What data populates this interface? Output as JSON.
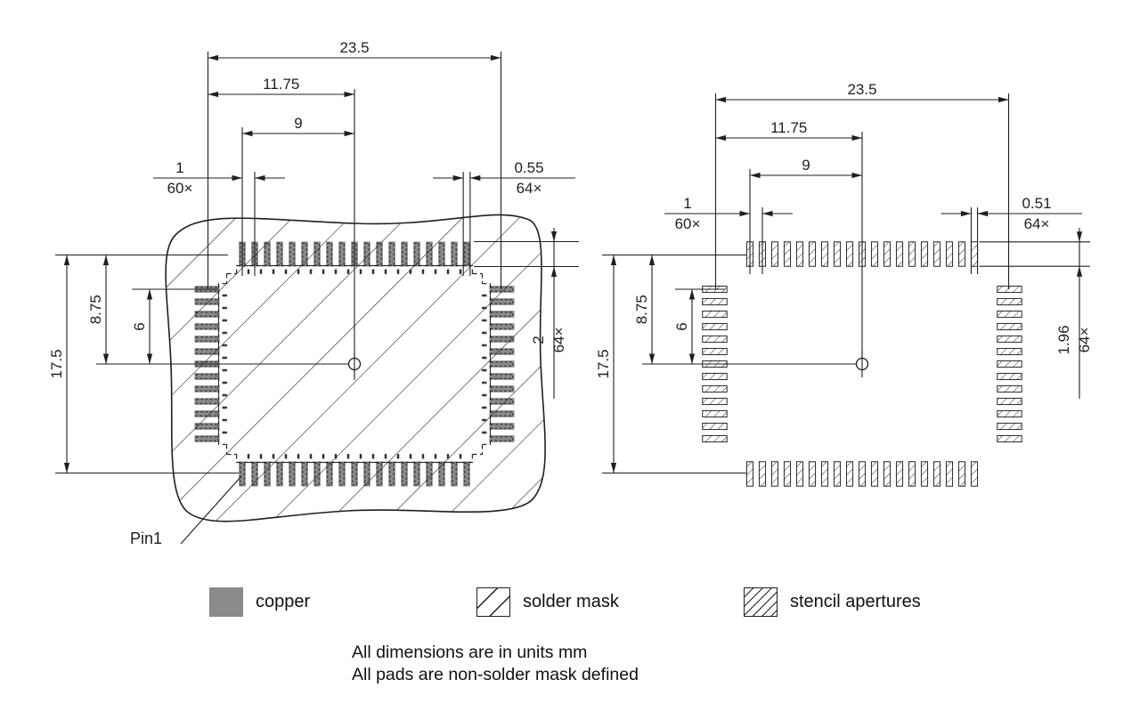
{
  "diagram_kind": "pcb-land-pattern-drawing",
  "colors": {
    "line": "#1f1f1f",
    "copper": "#8a8a8a",
    "aperture_dash": "#3a3a3a",
    "background": "#ffffff"
  },
  "package": {
    "total_pads": 64,
    "pads_top_row": 19,
    "pads_bottom_row": 19,
    "pads_left_col": 13,
    "pads_right_col": 13,
    "mm": {
      "pitch": 1,
      "overall_width": 23.5,
      "half_width": 11.75,
      "overall_height": 17.5,
      "half_height": 8.75,
      "row_first_pad_offset": 9,
      "col_first_pad_offset": 6,
      "pad_width": 0.55,
      "pad_length": 2,
      "aperture_width": 0.51,
      "aperture_length": 1.96
    }
  },
  "views": {
    "left": {
      "name": "copper-and-solder-mask-view",
      "dims": {
        "overall_width": "23.5",
        "half_width": "11.75",
        "row_half": "9",
        "pitch": "1",
        "pitch_count": "60×",
        "pad_width": "0.55",
        "pad_width_count": "64×",
        "overall_height": "17.5",
        "half_height": "8.75",
        "col_half": "6",
        "pad_length": "2",
        "pad_length_count": "64×"
      },
      "pin1_label": "Pin1"
    },
    "right": {
      "name": "stencil-apertures-view",
      "dims": {
        "overall_width": "23.5",
        "half_width": "11.75",
        "row_half": "9",
        "pitch": "1",
        "pitch_count": "60×",
        "pad_width": "0.51",
        "pad_width_count": "64×",
        "overall_height": "17.5",
        "half_height": "8.75",
        "col_half": "6",
        "pad_length": "1.96",
        "pad_length_count": "64×"
      }
    }
  },
  "legend": {
    "items": [
      {
        "key": "copper",
        "label": "copper"
      },
      {
        "key": "solder-mask",
        "label": "solder mask"
      },
      {
        "key": "stencil-apertures",
        "label": "stencil apertures"
      }
    ]
  },
  "notes": [
    "All dimensions are in units mm",
    "All pads are non-solder mask defined"
  ]
}
